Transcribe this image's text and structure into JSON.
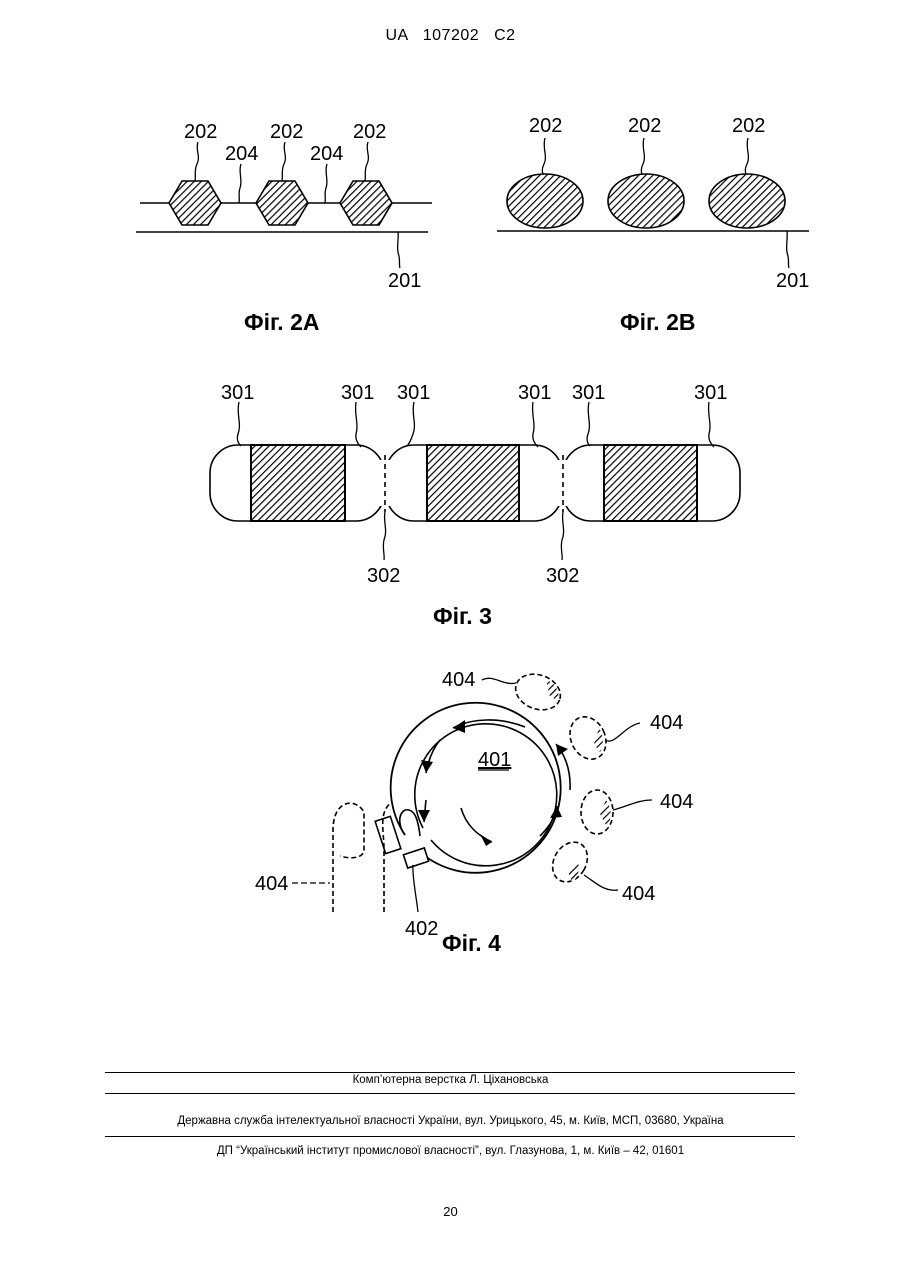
{
  "header": {
    "doc_id": "UA   107202   C2"
  },
  "fig2a": {
    "caption": "Фіг. 2А",
    "labels": {
      "l202_1": "202",
      "l202_2": "202",
      "l202_3": "202",
      "l204_1": "204",
      "l204_2": "204",
      "l201": "201"
    }
  },
  "fig2b": {
    "caption": "Фіг. 2В",
    "labels": {
      "l202_1": "202",
      "l202_2": "202",
      "l202_3": "202",
      "l201": "201"
    }
  },
  "fig3": {
    "caption": "Фіг. 3",
    "labels": {
      "l301_1": "301",
      "l301_2": "301",
      "l301_3": "301",
      "l301_4": "301",
      "l301_5": "301",
      "l301_6": "301",
      "l302_1": "302",
      "l302_2": "302"
    }
  },
  "fig4": {
    "caption": "Фіг. 4",
    "labels": {
      "l401": "401",
      "l402": "402",
      "l404_top": "404",
      "l404_r1": "404",
      "l404_r2": "404",
      "l404_r3": "404",
      "l404_left": "404"
    }
  },
  "footer": {
    "layout_credit": "Комп’ютерна верстка Л. Ціхановська",
    "agency": "Державна служба інтелектуальної власності України, вул. Урицького, 45, м. Київ, МСП, 03680, Україна",
    "institute": "ДП “Український інститут промислової власності”, вул. Глазунова, 1, м. Київ – 42, 01601",
    "page_number": "20"
  }
}
